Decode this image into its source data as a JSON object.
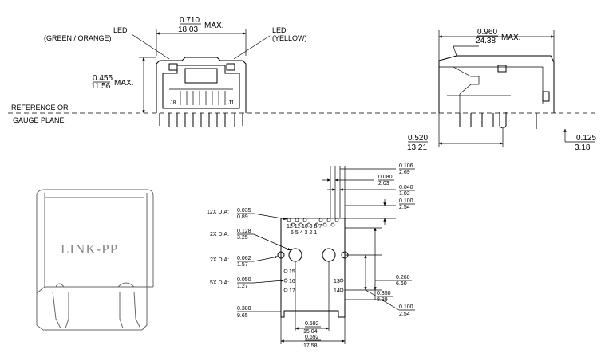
{
  "front_view": {
    "width_in": "0.710",
    "width_mm": "18.03",
    "width_suffix": "MAX.",
    "height_in": "0.455",
    "height_mm": "11.56",
    "height_suffix": "MAX.",
    "led_left_line1": "LED",
    "led_left_line2": "(GREEN / ORANGE)",
    "led_right_line1": "LED",
    "led_right_line2": "(YELLOW)",
    "ref_line1": "REFERENCE OR",
    "ref_line2": "GAUGE PLANE",
    "pin_label_left": "J8",
    "pin_label_right": "J1"
  },
  "side_view": {
    "length_in": "0.960",
    "length_mm": "24.38",
    "length_suffix": "MAX.",
    "offset_in": "0.520",
    "offset_mm": "13.21",
    "pin_in": "0.125",
    "pin_mm": "3.18"
  },
  "iso_view": {
    "brand": "LINK-PP"
  },
  "footprint": {
    "d_0106_in": "0.106",
    "d_0106_mm": "2.69",
    "d_0080_in": "0.080",
    "d_0080_mm": "2.03",
    "d_0040_in": "0.040",
    "d_0040_mm": "1.02",
    "d_0100a_in": "0.100",
    "d_0100a_mm": "2.54",
    "hole12_prefix": "12X DIA:",
    "hole12_in": "0.035",
    "hole12_mm": "0.89",
    "hole2a_prefix": "2X DIA:",
    "hole2a_in": "0.128",
    "hole2a_mm": "3.25",
    "hole2b_prefix": "2X DIA:",
    "hole2b_in": "0.062",
    "hole2b_mm": "1.57",
    "hole5_prefix": "5X DIA:",
    "hole5_in": "0.050",
    "hole5_mm": "1.27",
    "d_0380_in": "0.380",
    "d_0380_mm": "9.65",
    "d_0260_in": "0.260",
    "d_0260_mm": "6.60",
    "d_0350_in": "0.350",
    "d_0350_mm": "8.89",
    "d_0100b_in": "0.100",
    "d_0100b_mm": "2.54",
    "d_0592_in": "0.592",
    "d_0592_mm": "15.04",
    "d_0692_in": "0.692",
    "d_0692_mm": "17.58",
    "pins_top_row": "12 11 10     9  8  7",
    "pins_bottom_row": "6  5  4  3  2  1",
    "pin15": "15",
    "pin16": "16",
    "pin17": "17",
    "pin13": "13",
    "pin14": "14"
  }
}
